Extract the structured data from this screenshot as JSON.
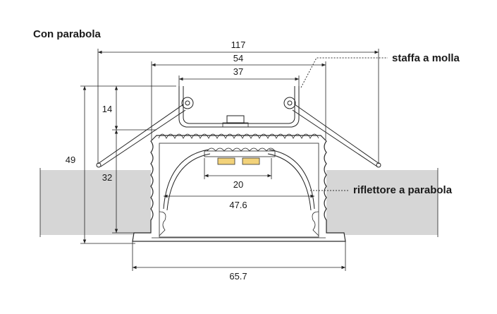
{
  "title": "Con parabola",
  "callouts": {
    "spring_bracket": "staffa a molla",
    "parabolic_reflector": "riflettore a parabola"
  },
  "dimensions": {
    "overall_width": "117",
    "bracket_outer_width": "54",
    "bracket_inner_width": "37",
    "spring_height": "14",
    "total_height": "49",
    "body_height": "32",
    "led_width": "20",
    "reflector_width": "47.6",
    "flange_width": "65.7"
  },
  "colors": {
    "ceiling": "#d6d6d6",
    "line": "#222222",
    "led": "#f2d27a"
  }
}
